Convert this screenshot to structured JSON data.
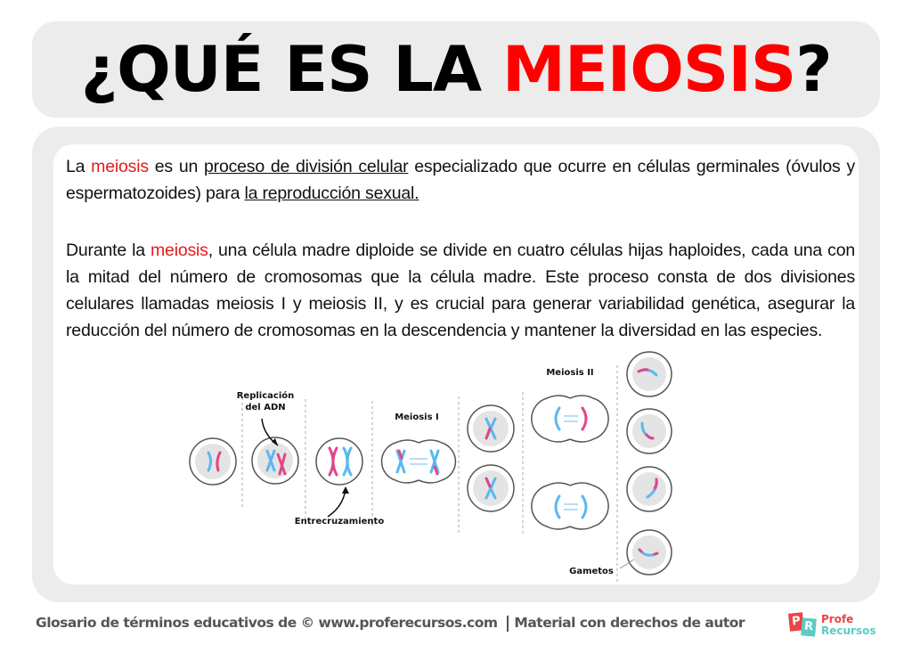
{
  "header": {
    "title_part1": "¿QUÉ ES LA ",
    "title_highlight": "MEIOSIS",
    "title_part2": "?"
  },
  "definition": {
    "p1": {
      "t1": "La ",
      "hl": "meiosis",
      "t2": " es un ",
      "ul1": "proceso de división celular",
      "t3": " especializado que ocurre en células germinales (óvulos y espermatozoides) para ",
      "ul2": "la reproducción sexual."
    },
    "p2": {
      "t1": "Durante la ",
      "hl": "meiosis",
      "t2": ", una célula madre diploide se divide en cuatro células hijas haploides, cada una con la mitad del número de cromosomas que la célula madre. Este proceso consta de dos divisiones celulares llamadas meiosis I y meiosis II, y es crucial para generar variabilidad genética, asegurar la reducción del número de cromosomas en la descendencia y mantener la diversidad en las especies."
    }
  },
  "diagram": {
    "labels": {
      "replication_line1": "Replicación",
      "replication_line2": "del ADN",
      "crossing_over": "Entrecruzamiento",
      "meiosis1": "Meiosis I",
      "meiosis2": "Meiosis II",
      "gametes": "Gametos"
    },
    "colors": {
      "blue": "#5ab8f0",
      "pink": "#e0468c",
      "cell_fill": "#e4e4e4",
      "cell_stroke": "#555555"
    }
  },
  "footer": {
    "text1": "Glosario de términos educativos de ",
    "copyright": "©",
    "site": " www.proferecursos.com ",
    "text2": "Material con derechos de autor"
  },
  "logo": {
    "letter1": "P",
    "letter2": "R",
    "line1": "Profe",
    "line2": "Recursos"
  }
}
